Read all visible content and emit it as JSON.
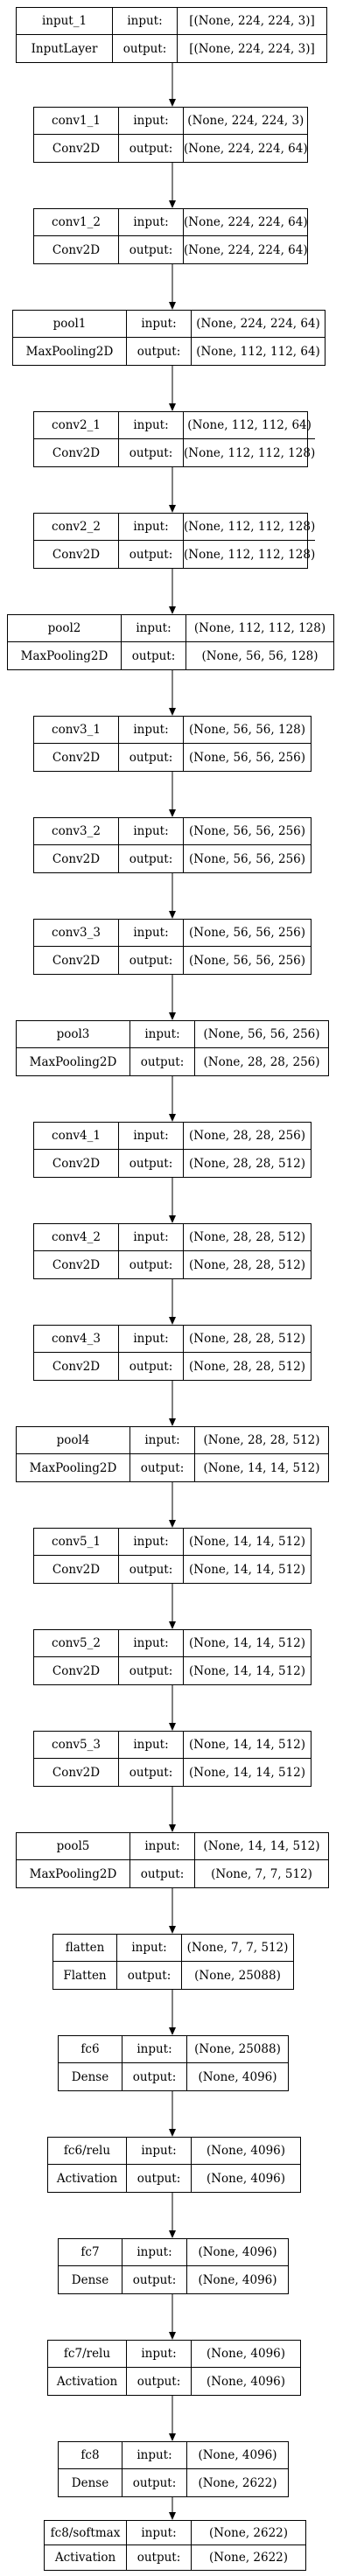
{
  "labels": {
    "input": "input:",
    "output": "output:"
  },
  "layers": [
    {
      "name": "input_1",
      "type": "InputLayer",
      "input": "[(None, 224, 224, 3)]",
      "output": "[(None, 224, 224, 3)]"
    },
    {
      "name": "conv1_1",
      "type": "Conv2D",
      "input": "(None, 224, 224, 3)",
      "output": "(None, 224, 224, 64)"
    },
    {
      "name": "conv1_2",
      "type": "Conv2D",
      "input": "(None, 224, 224, 64)",
      "output": "(None, 224, 224, 64)"
    },
    {
      "name": "pool1",
      "type": "MaxPooling2D",
      "input": "(None, 224, 224, 64)",
      "output": "(None, 112, 112, 64)"
    },
    {
      "name": "conv2_1",
      "type": "Conv2D",
      "input": "(None, 112, 112, 64)",
      "output": "(None, 112, 112, 128)"
    },
    {
      "name": "conv2_2",
      "type": "Conv2D",
      "input": "(None, 112, 112, 128)",
      "output": "(None, 112, 112, 128)"
    },
    {
      "name": "pool2",
      "type": "MaxPooling2D",
      "input": "(None, 112, 112, 128)",
      "output": "(None, 56, 56, 128)"
    },
    {
      "name": "conv3_1",
      "type": "Conv2D",
      "input": "(None, 56, 56, 128)",
      "output": "(None, 56, 56, 256)"
    },
    {
      "name": "conv3_2",
      "type": "Conv2D",
      "input": "(None, 56, 56, 256)",
      "output": "(None, 56, 56, 256)"
    },
    {
      "name": "conv3_3",
      "type": "Conv2D",
      "input": "(None, 56, 56, 256)",
      "output": "(None, 56, 56, 256)"
    },
    {
      "name": "pool3",
      "type": "MaxPooling2D",
      "input": "(None, 56, 56, 256)",
      "output": "(None, 28, 28, 256)"
    },
    {
      "name": "conv4_1",
      "type": "Conv2D",
      "input": "(None, 28, 28, 256)",
      "output": "(None, 28, 28, 512)"
    },
    {
      "name": "conv4_2",
      "type": "Conv2D",
      "input": "(None, 28, 28, 512)",
      "output": "(None, 28, 28, 512)"
    },
    {
      "name": "conv4_3",
      "type": "Conv2D",
      "input": "(None, 28, 28, 512)",
      "output": "(None, 28, 28, 512)"
    },
    {
      "name": "pool4",
      "type": "MaxPooling2D",
      "input": "(None, 28, 28, 512)",
      "output": "(None, 14, 14, 512)"
    },
    {
      "name": "conv5_1",
      "type": "Conv2D",
      "input": "(None, 14, 14, 512)",
      "output": "(None, 14, 14, 512)"
    },
    {
      "name": "conv5_2",
      "type": "Conv2D",
      "input": "(None, 14, 14, 512)",
      "output": "(None, 14, 14, 512)"
    },
    {
      "name": "conv5_3",
      "type": "Conv2D",
      "input": "(None, 14, 14, 512)",
      "output": "(None, 14, 14, 512)"
    },
    {
      "name": "pool5",
      "type": "MaxPooling2D",
      "input": "(None, 14, 14, 512)",
      "output": "(None, 7, 7, 512)"
    },
    {
      "name": "flatten",
      "type": "Flatten",
      "input": "(None, 7, 7, 512)",
      "output": "(None, 25088)"
    },
    {
      "name": "fc6",
      "type": "Dense",
      "input": "(None, 25088)",
      "output": "(None, 4096)"
    },
    {
      "name": "fc6/relu",
      "type": "Activation",
      "input": "(None, 4096)",
      "output": "(None, 4096)"
    },
    {
      "name": "fc7",
      "type": "Dense",
      "input": "(None, 4096)",
      "output": "(None, 4096)"
    },
    {
      "name": "fc7/relu",
      "type": "Activation",
      "input": "(None, 4096)",
      "output": "(None, 4096)"
    },
    {
      "name": "fc8",
      "type": "Dense",
      "input": "(None, 4096)",
      "output": "(None, 2622)"
    },
    {
      "name": "fc8/softmax",
      "type": "Activation",
      "input": "(None, 2622)",
      "output": "(None, 2622)"
    }
  ]
}
